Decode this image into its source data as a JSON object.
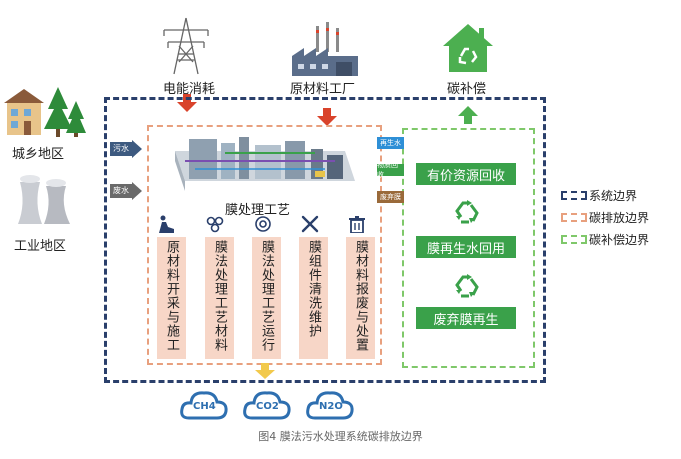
{
  "top_labels": {
    "electricity": "电能消耗",
    "raw_material_factory": "原材料工厂",
    "carbon_offset": "碳补偿"
  },
  "left_labels": {
    "urban_rural": "城乡地区",
    "industrial": "工业地区"
  },
  "inputs": {
    "sewage": "污水",
    "wastewater": "废水"
  },
  "process_title": "膜处理工艺",
  "columns": [
    "原材料开采与施工",
    "膜法处理工艺材料",
    "膜法处理工艺运行",
    "膜组件清洗维护",
    "膜材料报废与处置"
  ],
  "outputs": {
    "recycled_water": "再生水",
    "material_recovery": "物质回收",
    "discarded_membrane": "废弃膜"
  },
  "offset_items": [
    "有价资源回收",
    "膜再生水回用",
    "废弃膜再生"
  ],
  "gases": [
    "CH4",
    "CO2",
    "N2O"
  ],
  "legend": [
    {
      "label": "系统边界",
      "color": "#2a3f6b"
    },
    {
      "label": "碳排放边界",
      "color": "#e8a07e"
    },
    {
      "label": "碳补偿边界",
      "color": "#7fc86a"
    }
  ],
  "caption": "图4 膜法污水处理系统碳排放边界"
}
